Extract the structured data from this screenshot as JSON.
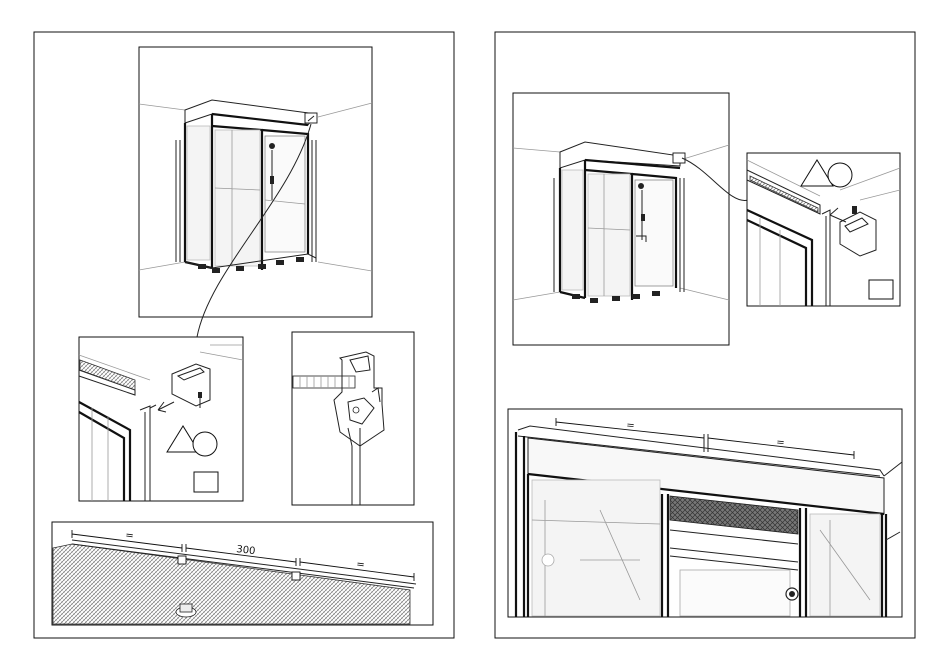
{
  "left_page": {
    "detail_bottom": {
      "dim_left": "=",
      "dim_middle": "300",
      "dim_right": "="
    }
  },
  "right_page": {
    "detail_bottom": {
      "dim_left": "=",
      "dim_right": "="
    }
  },
  "symbols": {
    "triangle-circle": "assembly-check-symbol",
    "empty-box": "part-count-box"
  }
}
